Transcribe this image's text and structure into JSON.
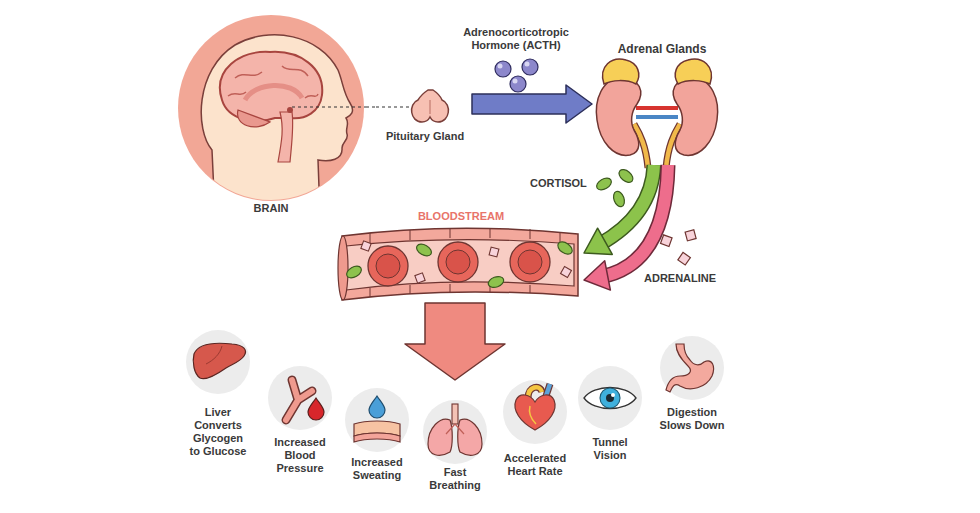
{
  "diagram": {
    "nodes": [
      {
        "text": [
          "BRAIN"
        ]
      },
      {
        "text": [
          "Pituitary Gland"
        ]
      },
      {
        "text": [
          "Adrenal Glands"
        ]
      },
      {
        "text": [
          "BLOODSTREAM"
        ]
      },
      {
        "text": [
          "Liver Converts Glycogen to Glucose"
        ]
      },
      {
        "text": [
          "Increased Blood Pressure"
        ]
      },
      {
        "text": [
          "Increased Sweating"
        ]
      },
      {
        "text": [
          "Fast Breathing"
        ]
      },
      {
        "text": [
          "Accelerated Heart Rate"
        ]
      },
      {
        "text": [
          "Tunnel Vision"
        ]
      },
      {
        "text": [
          "Digestion Slows Down"
        ]
      }
    ],
    "edges": [
      {
        "from": 0,
        "to": 1,
        "arrow": "none"
      },
      {
        "from": 1,
        "to": 2,
        "label": "Adrenocorticotropic Hormone (ACTH)",
        "arrow": "to"
      },
      {
        "from": 2,
        "to": 3,
        "label": "CORTISOL",
        "arrow": "to"
      },
      {
        "from": 2,
        "to": 3,
        "label": "ADRENALINE",
        "arrow": "to"
      },
      {
        "from": 3,
        "to": 7,
        "arrow": "to"
      }
    ]
  }
}
